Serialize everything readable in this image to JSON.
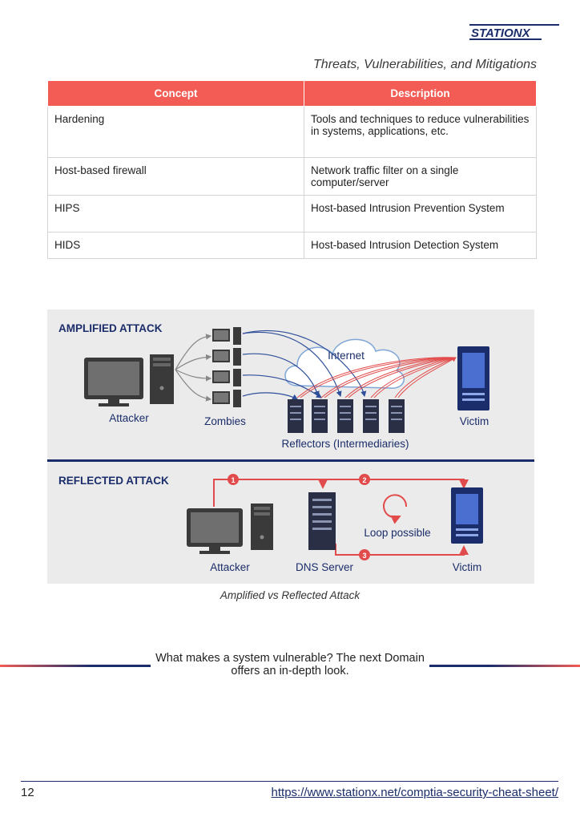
{
  "header": {
    "logo_text": "STATIONX",
    "doc_title": "Threats, Vulnerabilities, and Mitigations"
  },
  "table": {
    "headers": [
      "Concept",
      "Description"
    ],
    "rows": [
      {
        "concept": "Hardening",
        "description": "Tools and techniques to reduce vulnerabilities in systems, applications, etc."
      },
      {
        "concept": "Host-based firewall",
        "description": "Network traffic filter on a single computer/server"
      },
      {
        "concept": "HIPS",
        "description": "Host-based Intrusion Prevention System"
      },
      {
        "concept": "HIDS",
        "description": "Host-based Intrusion Detection System"
      }
    ]
  },
  "figure": {
    "amplified": {
      "heading": "AMPLIFIED ATTACK",
      "attacker": "Attacker",
      "zombies": "Zombies",
      "internet": "Internet",
      "reflectors": "Reflectors (Intermediaries)",
      "victim": "Victim"
    },
    "reflected": {
      "heading": "REFLECTED ATTACK",
      "attacker": "Attacker",
      "dns": "DNS Server",
      "loop": "Loop possible",
      "victim": "Victim",
      "step1": "1",
      "step2": "2",
      "step3": "3"
    },
    "caption": "Amplified vs Reflected Attack"
  },
  "callout": "What makes a system vulnerable? The next Domain offers an in-depth look.",
  "footer": {
    "page_number": "12",
    "link": "https://www.stationx.net/comptia-security-cheat-sheet/"
  },
  "colors": {
    "accent": "#f25c54",
    "navy": "#1b2d6b"
  }
}
